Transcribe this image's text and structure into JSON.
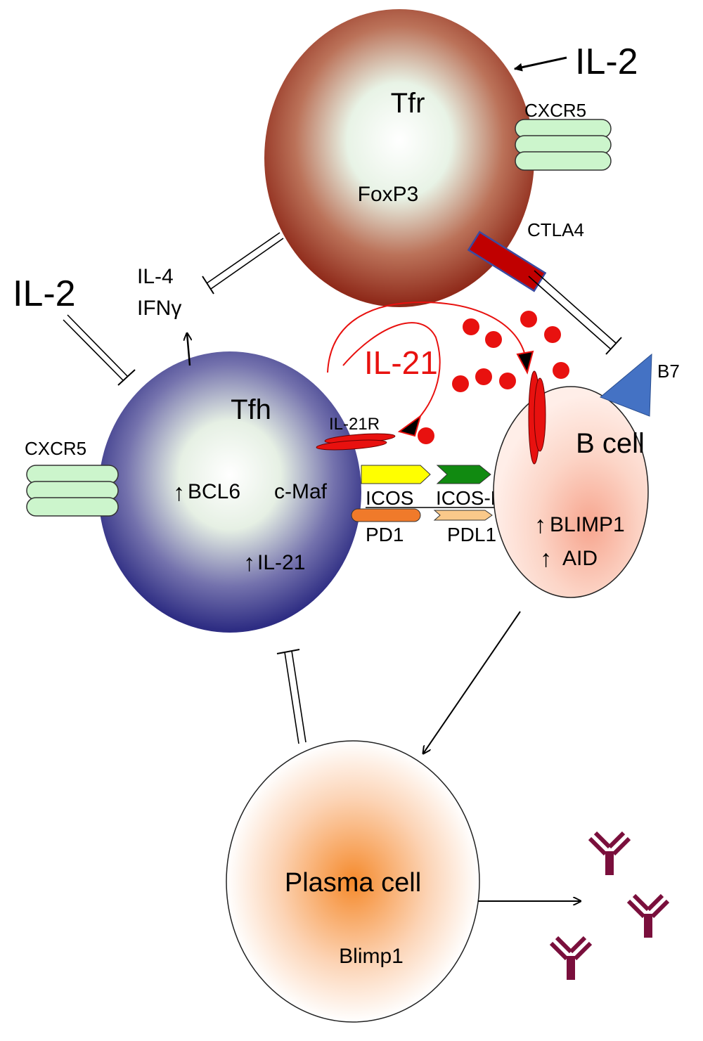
{
  "cells": {
    "tfr": {
      "name": "Tfr",
      "marker": "FoxP3"
    },
    "tfh": {
      "name": "Tfh",
      "factor_1": "BCL6",
      "factor_2": "c-Maf",
      "factor_3": "IL-21"
    },
    "bcell": {
      "name": "B cell",
      "factor_1": "BLIMP1",
      "factor_2": "AID"
    },
    "plasma": {
      "name": "Plasma cell",
      "marker": "Blimp1"
    }
  },
  "molecules": {
    "cxcr5_tfr": "CXCR5",
    "cxcr5_tfh": "CXCR5",
    "ctla4": "CTLA4",
    "b7": "B7",
    "il21r": "IL-21R",
    "icos": "ICOS",
    "icos_l": "ICOS-L",
    "pd1": "PD1",
    "pdl1": "PDL1"
  },
  "cytokines": {
    "il2_top": "IL-2",
    "il2_left": "IL-2",
    "il4": "IL-4",
    "ifng": "IFNγ",
    "il21": "IL-21"
  },
  "arrow_glyph": "↑",
  "colors": {
    "tfr_edge": "#8f2a1a",
    "tfh_edge": "#2e2d83",
    "bcell_core": "#f7a58e",
    "plasma_core": "#f58a2c",
    "cxcr5": "#ccf5cc",
    "ctla4": "#c00000",
    "b7": "#4472c4",
    "il21": "#e8110f",
    "icos": "#ffff00",
    "icos_l": "#118a11",
    "pd1": "#f07a2a",
    "pdl1": "#fac98a",
    "antibody": "#7a0f3c"
  }
}
